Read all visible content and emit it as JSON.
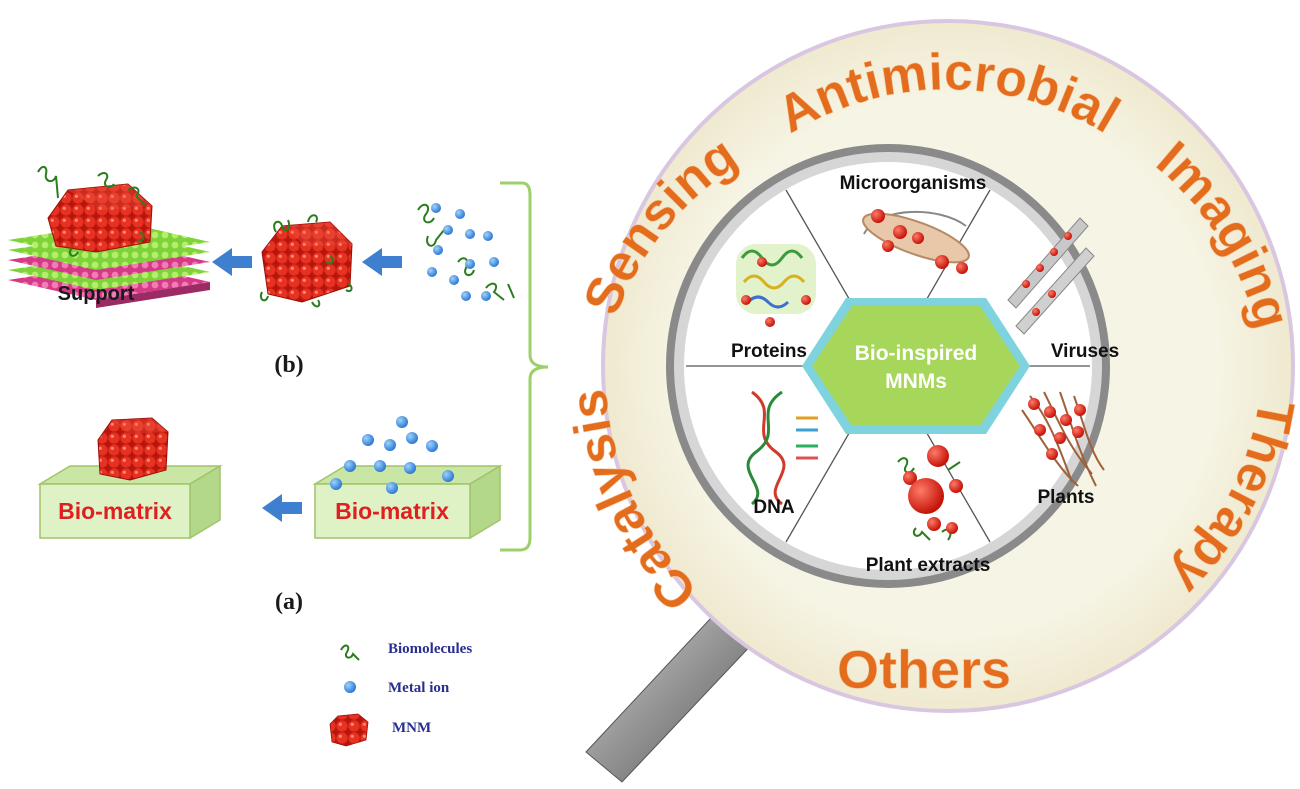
{
  "panel_b": {
    "label": "(b)",
    "support_label": "Support"
  },
  "panel_a": {
    "label": "(a)",
    "matrix_left_label": "Bio-matrix",
    "matrix_right_label": "Bio-matrix"
  },
  "legend": {
    "biomolecules": "Biomolecules",
    "metal_ion": "Metal ion",
    "mnm": "MNM"
  },
  "ring_labels": {
    "top": "Antimicrobial",
    "upper_right": "Imaging",
    "lower_right": "Therapy",
    "bottom": "Others",
    "lower_left": "Catalysis",
    "upper_left": "Sensing"
  },
  "segments": {
    "top": "Microorganisms",
    "left_top": "Proteins",
    "right_top": "Viruses",
    "left_bottom": "DNA",
    "right_bottom": "Plants",
    "bottom": "Plant extracts"
  },
  "center": {
    "line1": "Bio-inspired",
    "line2": "MNMs"
  },
  "colors": {
    "ring_outer": "#f3f0df",
    "ring_text": "#e36c1d",
    "arrow_blue": "#3f7fcf",
    "hex_fill": "#a6d65a",
    "hex_border": "#7fd3df",
    "bracket": "#9bd06a",
    "matrix_fill": "#d9efc0",
    "matrix_text": "#e02020",
    "legend_text": "#2a2f8f",
    "mnm_red": "#e02414"
  }
}
